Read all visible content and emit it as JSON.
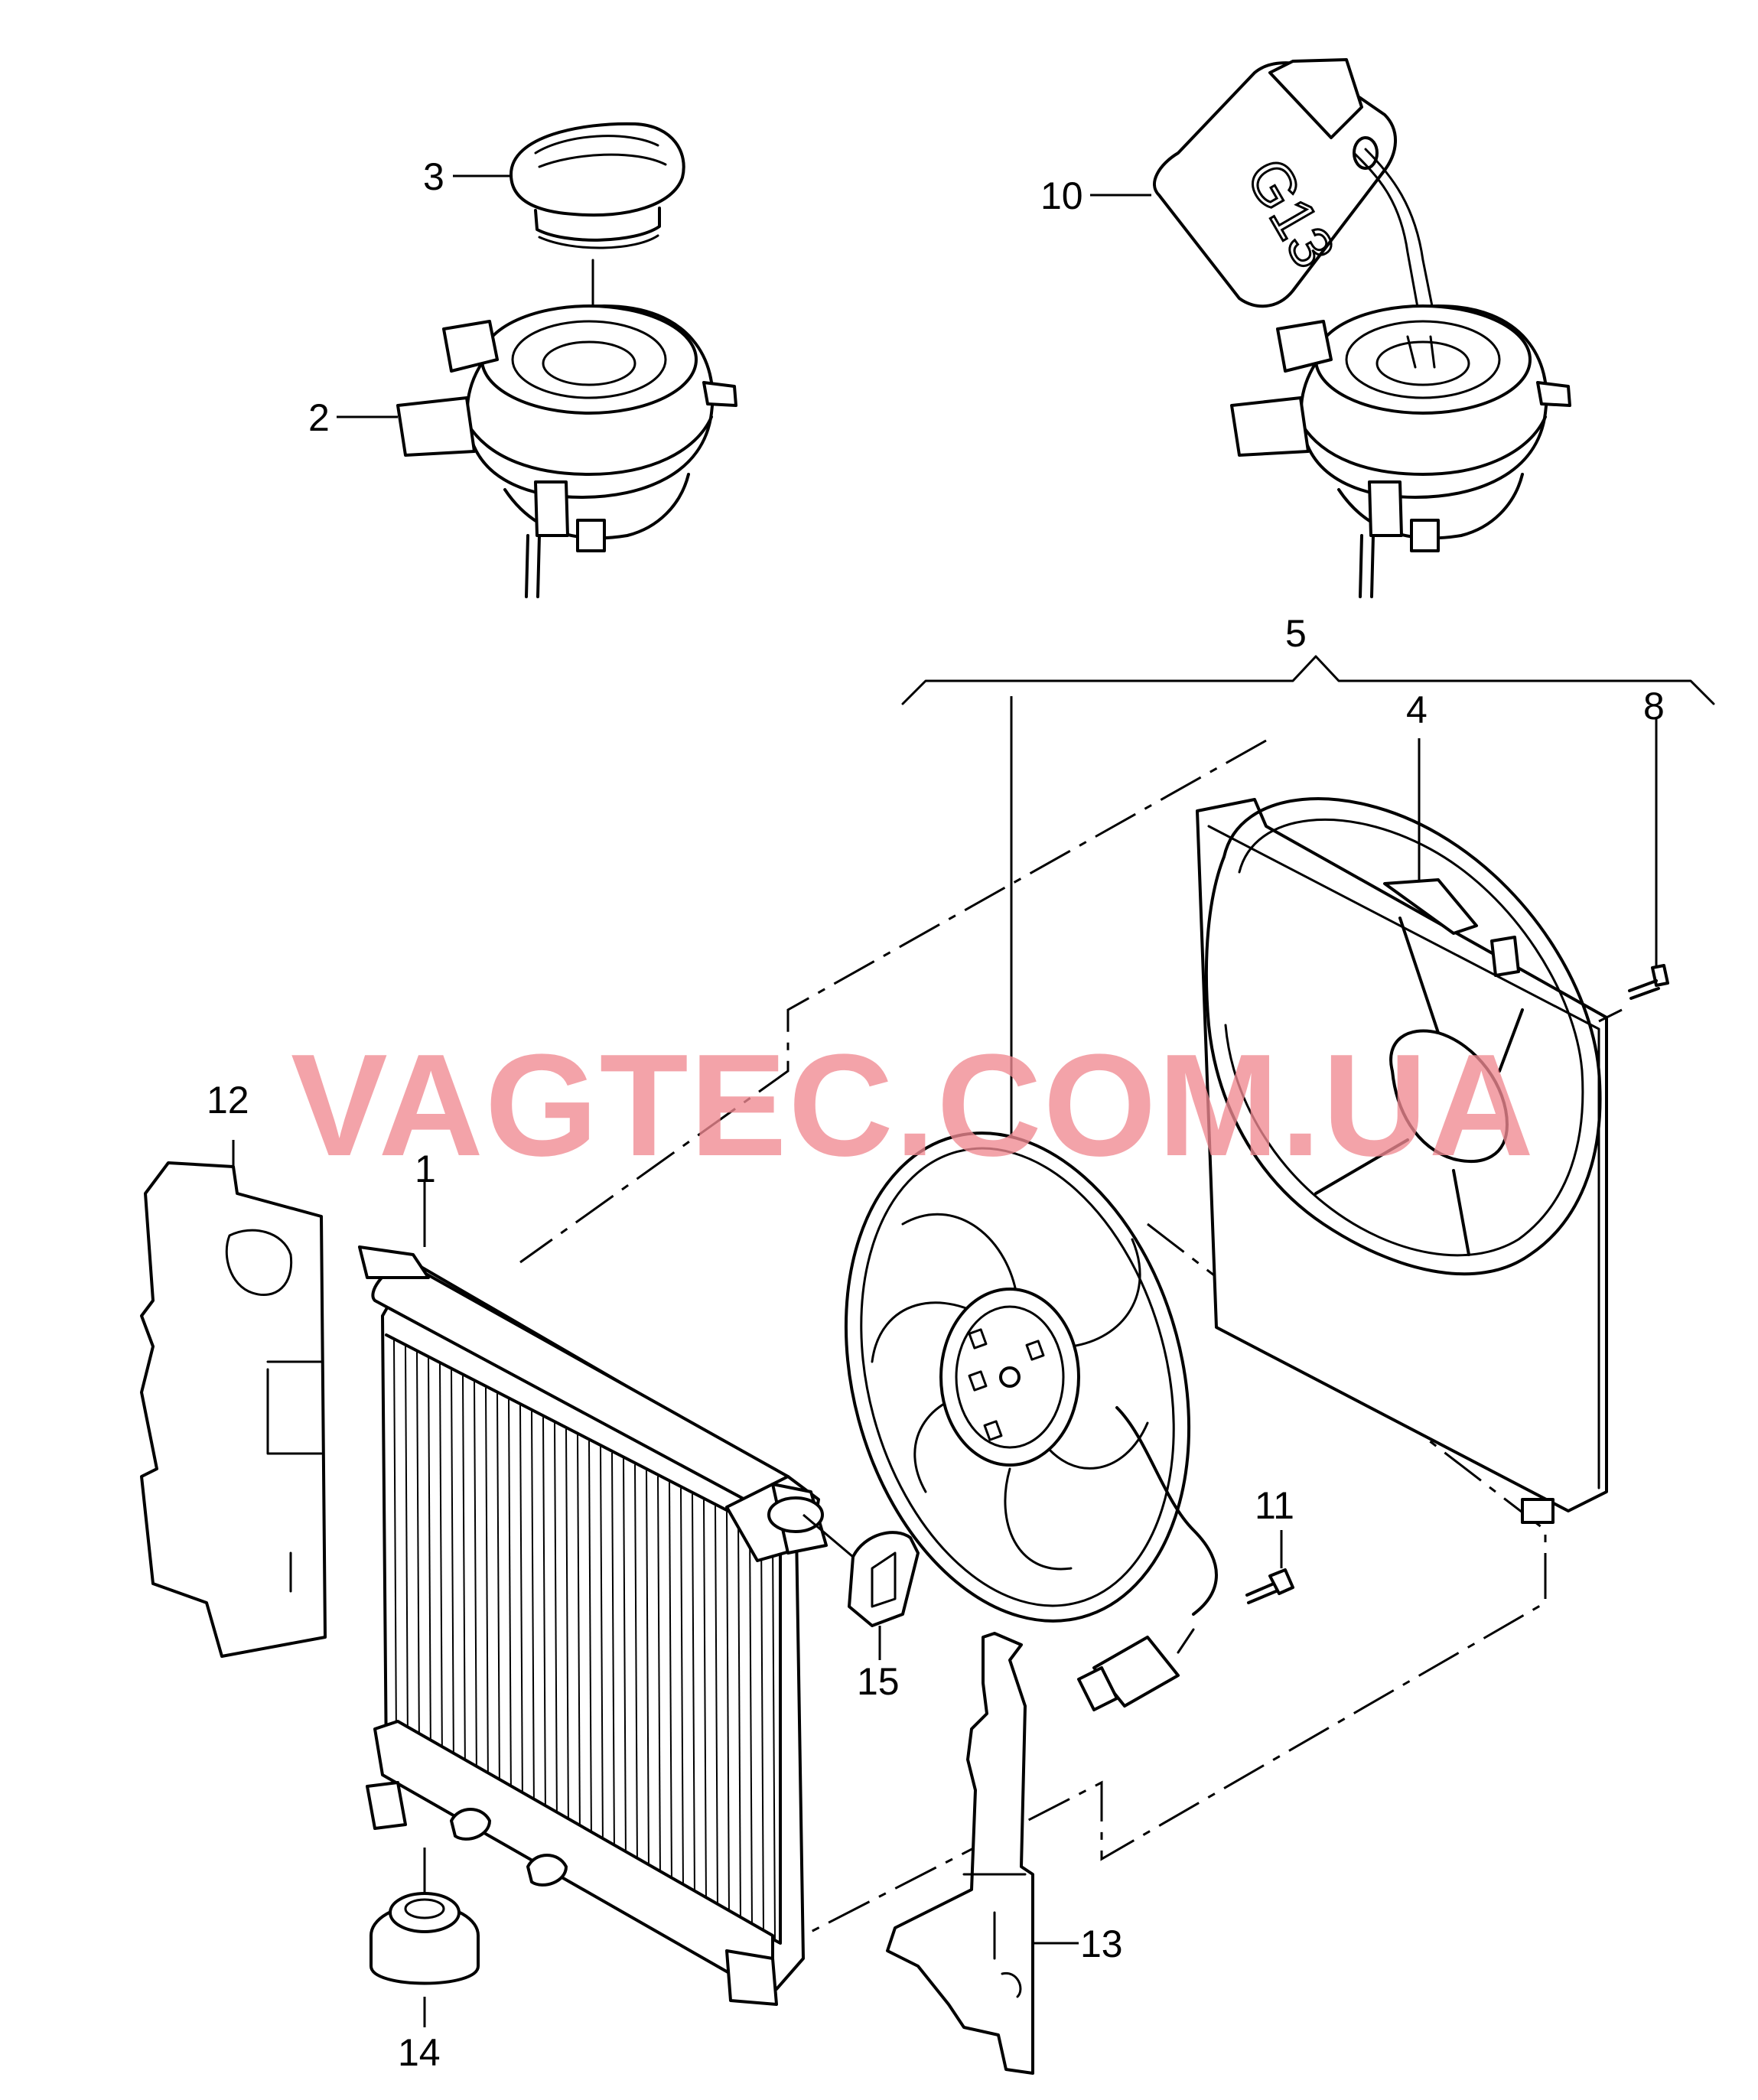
{
  "watermark": "VAGTEC.COM.UA",
  "callouts": {
    "c1": "1",
    "c2": "2",
    "c3": "3",
    "c4": "4",
    "c5": "5",
    "c8": "8",
    "c10": "10",
    "c11": "11",
    "c12": "12",
    "c13": "13",
    "c14": "14",
    "c15": "15"
  },
  "canister_label": "G13"
}
